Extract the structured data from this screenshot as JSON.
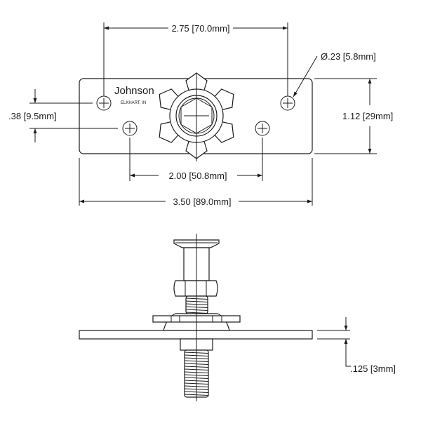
{
  "title_block": {
    "brand": "Johnson",
    "location": "ELKHART, IN"
  },
  "dimensions": {
    "hole_spacing_outer": "2.75 [70.0mm]",
    "hole_diameter": "Ø.23 [5.8mm]",
    "plate_height": "1.12 [29mm]",
    "hole_vertical_offset": ".38 [9.5mm]",
    "hole_spacing_inner": "2.00 [50.8mm]",
    "plate_width": "3.50 [89.0mm]",
    "plate_thickness": ".125 [3mm]"
  },
  "colors": {
    "line": "#1a1a1a",
    "background": "#ffffff"
  }
}
